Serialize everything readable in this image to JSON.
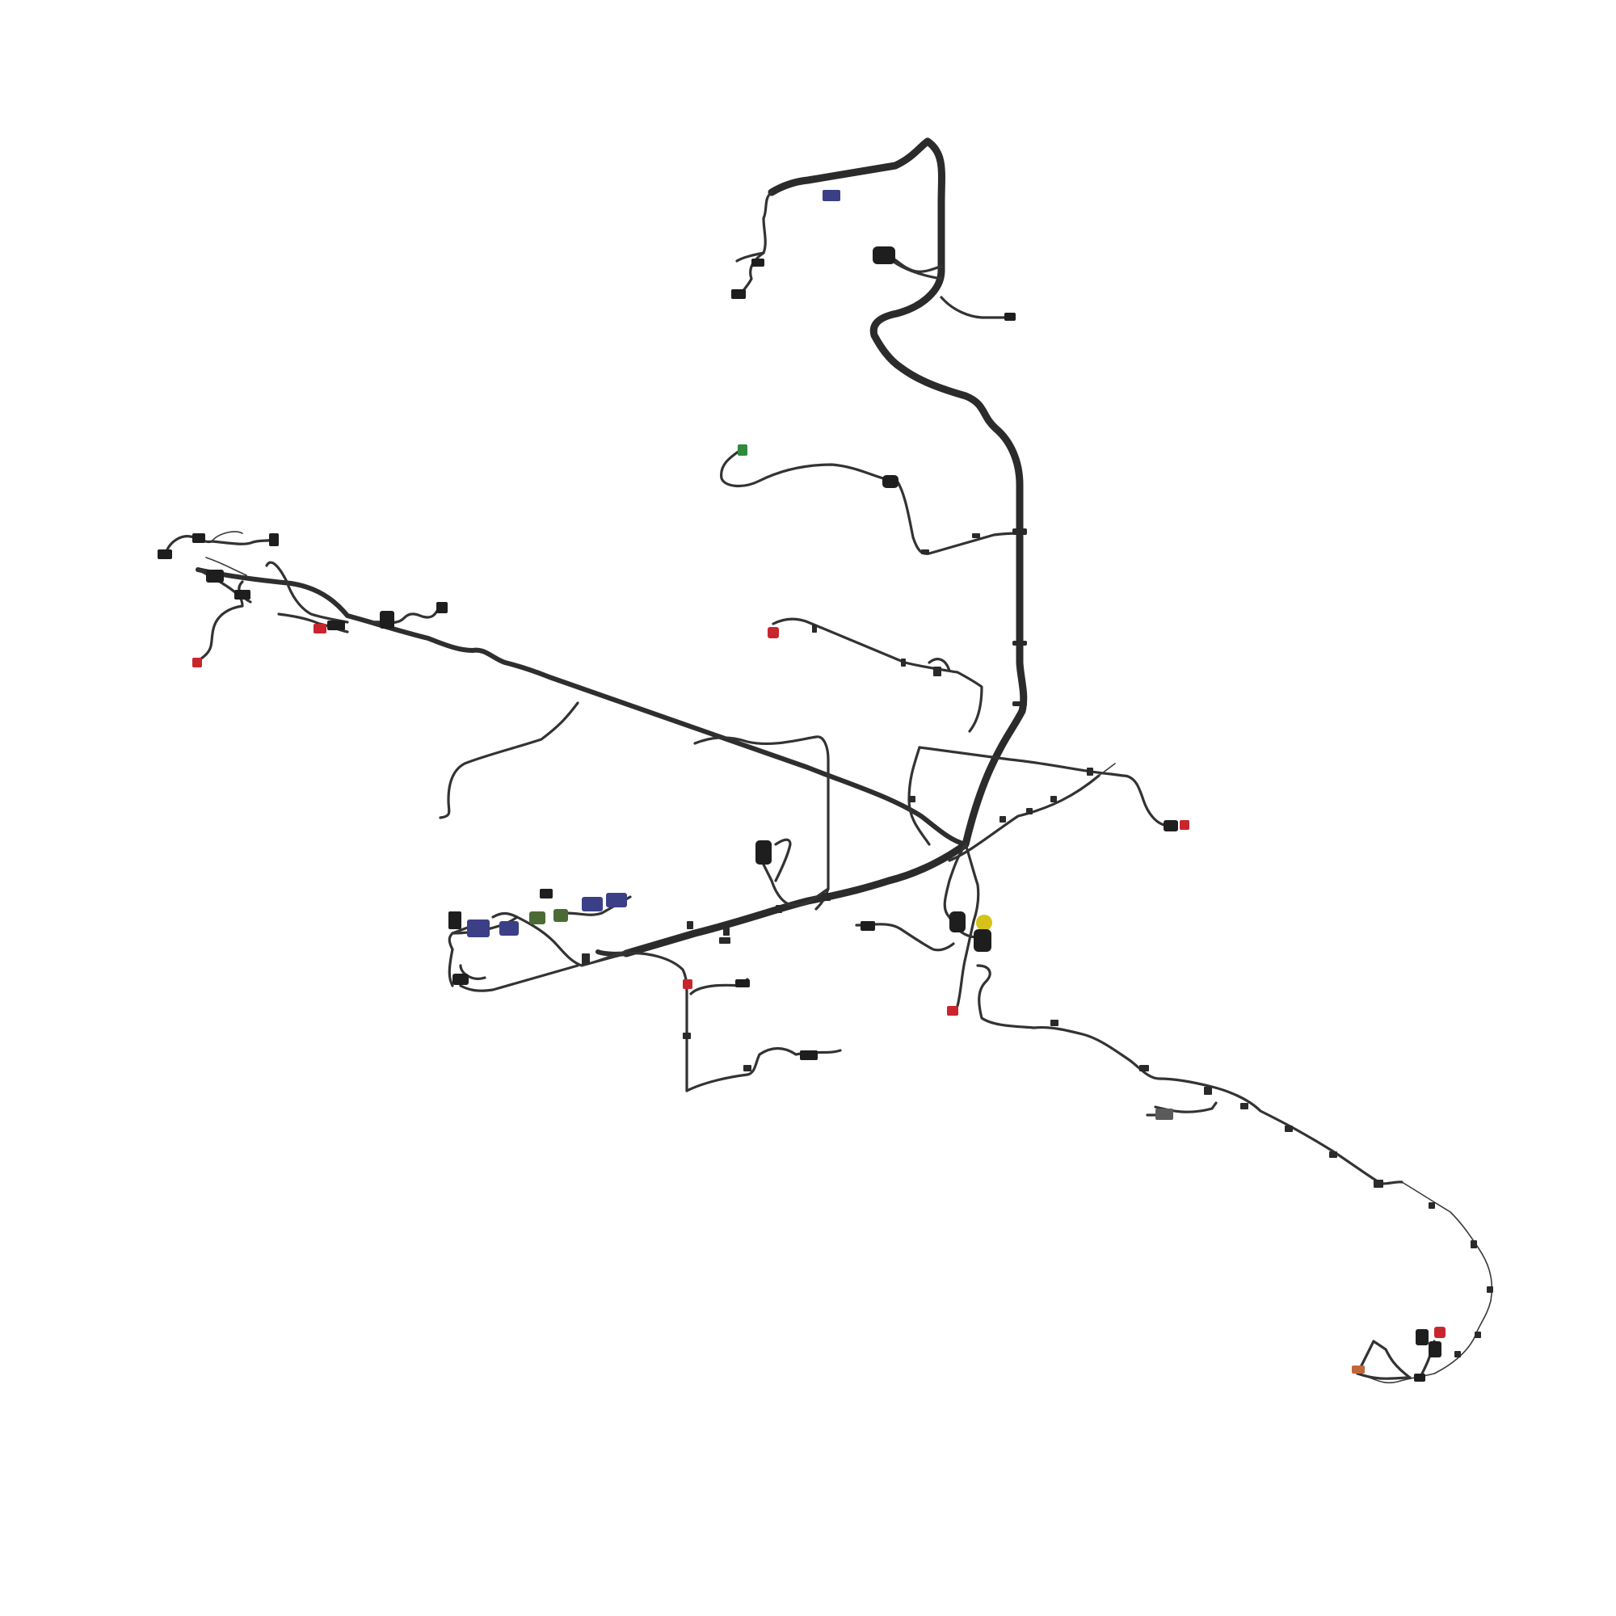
{
  "colors": {
    "background": "#ffffff",
    "harness": "#2e2e2e",
    "connector_black": "#1e1e1e",
    "connector_blue": "#3b3f86",
    "connector_red": "#c8262c",
    "connector_green": "#2f8a3c",
    "connector_olive": "#4c6b34",
    "connector_yellow": "#d7c21a",
    "connector_orange": "#c0673a"
  },
  "connectors": [
    {
      "name": "connector-black-top-left",
      "color": "#1e1e1e"
    },
    {
      "name": "connector-blue-top",
      "color": "#3b3f86"
    },
    {
      "name": "connector-black-large-top",
      "color": "#1e1e1e"
    },
    {
      "name": "connector-green-mid",
      "color": "#2f8a3c"
    },
    {
      "name": "connector-red-mid",
      "color": "#c8262c"
    },
    {
      "name": "connector-red-left-branch",
      "color": "#c8262c"
    },
    {
      "name": "connector-red-right",
      "color": "#c8262c"
    },
    {
      "name": "connector-yellow-center",
      "color": "#d7c21a"
    },
    {
      "name": "connector-red-center-lower",
      "color": "#c8262c"
    },
    {
      "name": "connector-blue-cluster",
      "color": "#3b3f86"
    },
    {
      "name": "connector-olive-cluster",
      "color": "#4c6b34"
    },
    {
      "name": "connector-red-lower",
      "color": "#c8262c"
    },
    {
      "name": "connector-red-end",
      "color": "#c8262c"
    },
    {
      "name": "connector-orange-end",
      "color": "#c0673a"
    }
  ]
}
